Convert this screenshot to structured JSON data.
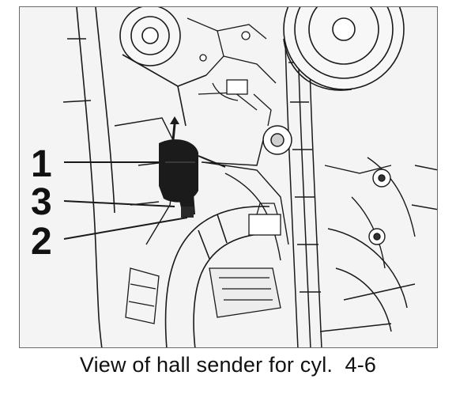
{
  "figure": {
    "callouts": [
      {
        "id": "callout-1",
        "label": "1"
      },
      {
        "id": "callout-3",
        "label": "3"
      },
      {
        "id": "callout-2",
        "label": "2"
      }
    ]
  },
  "caption": "View of hall sender for cyl.  4-6",
  "colors": {
    "line": "#1a1a1a",
    "sensor": "#1b1b1b",
    "background": "#f4f4f4"
  }
}
